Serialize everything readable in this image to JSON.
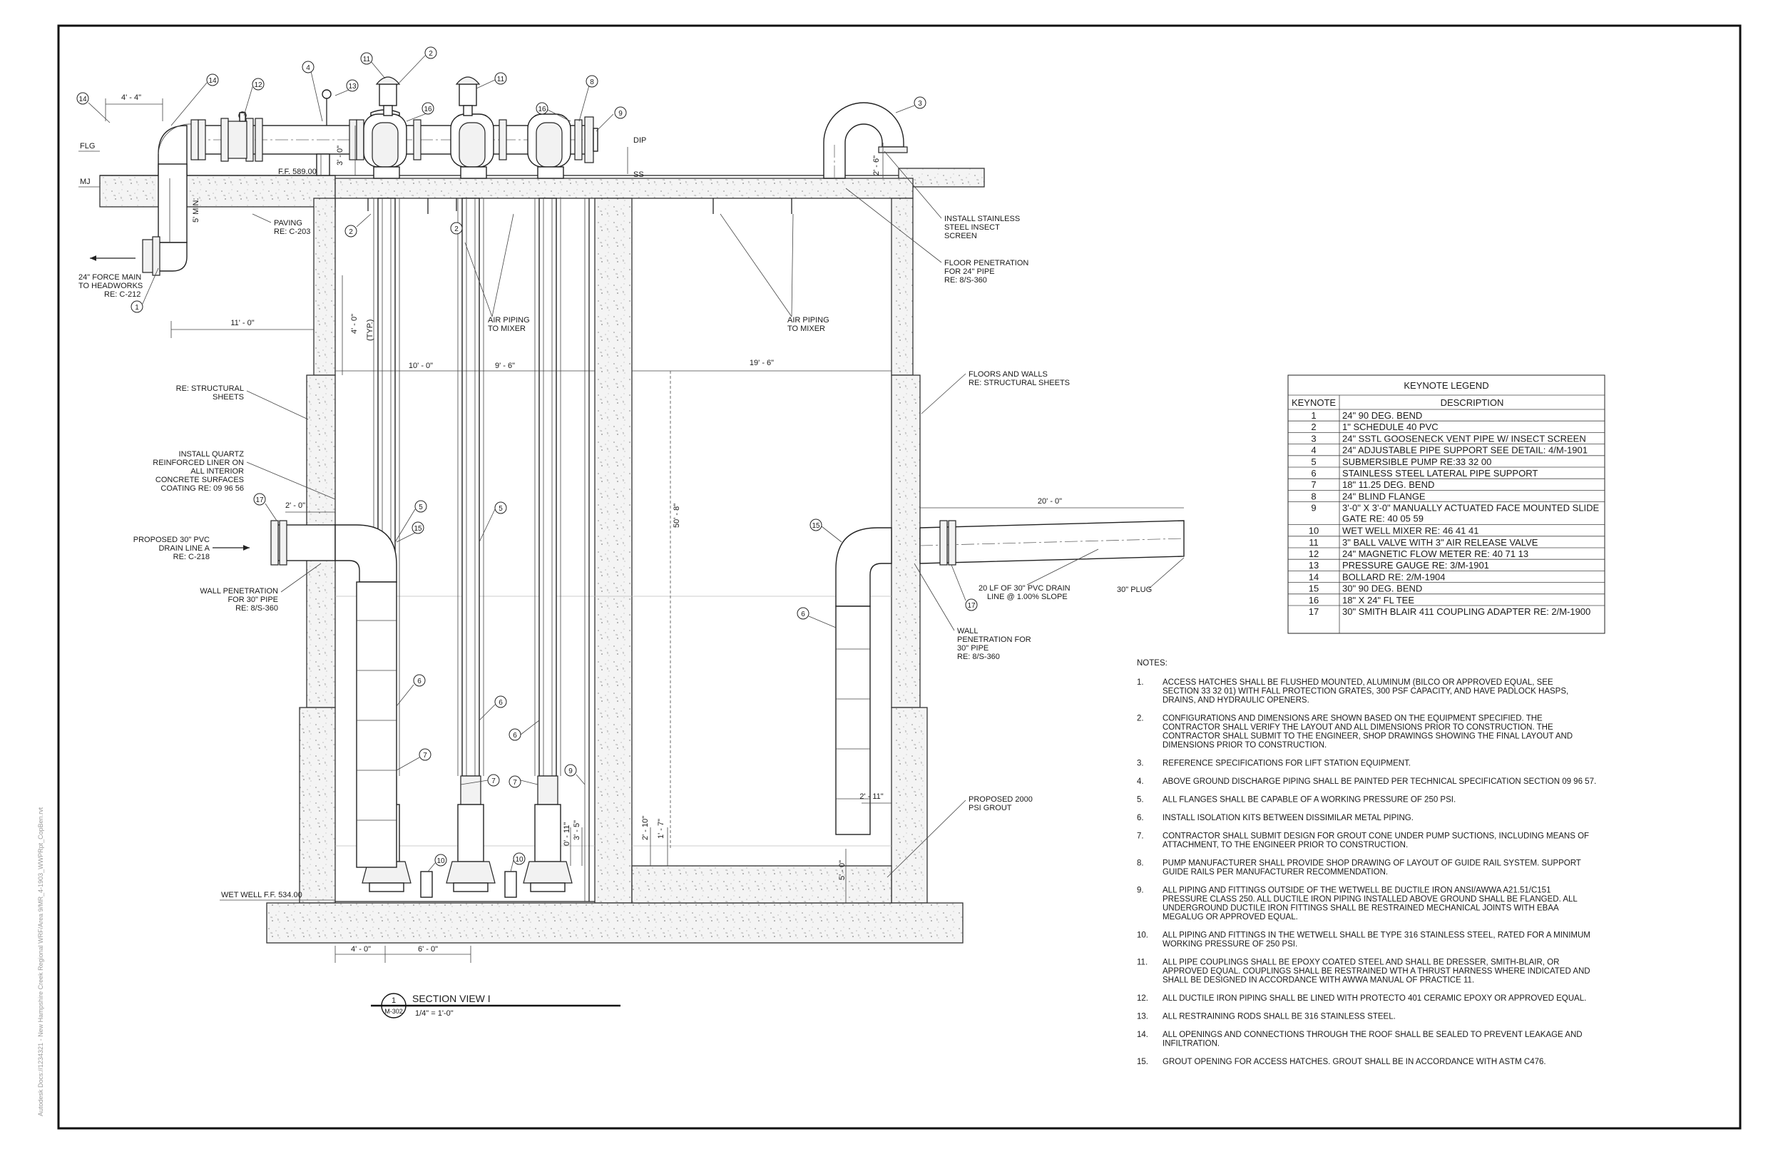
{
  "border_stamp": "Autodesk Docs://1234321 - New Hampshire Creek Regional WRF/Area 9/MR_4-1903_WWPRpt_CopBen.rvt",
  "section": {
    "number": "1",
    "sheet": "M-302",
    "title": "SECTION VIEW I",
    "scale": "1/4\" = 1'-0\""
  },
  "labels": {
    "flg": "FLG",
    "mj": "MJ",
    "ff_top": "F.F. 589.00",
    "dip": "DIP",
    "ss": "SS",
    "dim_4_4": "4' - 4\"",
    "dim_3_0_top": "3' - 0\"",
    "dim_5min": "5' MIN.",
    "dim_11_0": "11' - 0\"",
    "dim_4_0_typ": "4' - 0\"",
    "typ": "(TYP.)",
    "dim_10_0": "10' - 0\"",
    "dim_9_6": "9' - 6\"",
    "dim_19_6": "19' - 6\"",
    "dim_50_8": "50' - 8\"",
    "dim_2_0": "2' - 0\"",
    "dim_20_0": "20' - 0\"",
    "dim_2_6": "2' - 6\"",
    "dim_2_11": "2' - 11\"",
    "dim_2_10": "2' - 10\"",
    "dim_1_7": "1' - 7\"",
    "dim_0_11": "0' - 11\"",
    "dim_3_5": "3' - 5\"",
    "dim_5_0": "5' - 0\"",
    "dim_4_0_bot": "4' - 0\"",
    "dim_6_0": "6' - 0\"",
    "paving_1": "PAVING",
    "paving_2": "RE: C-203",
    "force_main_1": "24\" FORCE MAIN",
    "force_main_2": "TO HEADWORKS",
    "force_main_3": "RE: C-212",
    "install_ss_1": "INSTALL STAINLESS",
    "install_ss_2": "STEEL INSECT",
    "install_ss_3": "SCREEN",
    "floor_pen_1": "FLOOR PENETRATION",
    "floor_pen_2": "FOR 24\" PIPE",
    "floor_pen_3": "RE: 8/S-360",
    "air_piping_1": "AIR PIPING",
    "air_piping_2": "TO MIXER",
    "floors_walls_1": "FLOORS AND WALLS",
    "floors_walls_2": "RE: STRUCTURAL SHEETS",
    "re_struct_1": "RE: STRUCTURAL",
    "re_struct_2": "SHEETS",
    "quartz_1": "INSTALL QUARTZ",
    "quartz_2": "REINFORCED LINER ON",
    "quartz_3": "ALL INTERIOR",
    "quartz_4": "CONCRETE SURFACES",
    "quartz_5": "COATING RE: 09 96 56",
    "drain_1": "PROPOSED 30\" PVC",
    "drain_2": "DRAIN LINE A",
    "drain_3": "RE: C-218",
    "wall_pen_l_1": "WALL PENETRATION",
    "wall_pen_l_2": "FOR 30\" PIPE",
    "wall_pen_l_3": "RE: 8/S-360",
    "lf_drain_1": "20 LF OF 30\" PVC DRAIN",
    "lf_drain_2": "LINE @ 1.00% SLOPE",
    "plug": "30\" PLUG",
    "wall_pen_r_1": "WALL",
    "wall_pen_r_2": "PENETRATION FOR",
    "wall_pen_r_3": "30\" PIPE",
    "wall_pen_r_4": "RE: 8/S-360",
    "grout_1": "PROPOSED 2000",
    "grout_2": "PSI GROUT",
    "wet_well_ff": "WET WELL F.F. 534.00"
  },
  "keynote_legend": {
    "title": "KEYNOTE LEGEND",
    "col_keynote": "KEYNOTE",
    "col_desc": "DESCRIPTION",
    "rows": [
      {
        "key": "1",
        "desc": "24\" 90 DEG. BEND"
      },
      {
        "key": "2",
        "desc": "1\" SCHEDULE 40 PVC"
      },
      {
        "key": "3",
        "desc": "24\" SSTL GOOSENECK VENT PIPE W/ INSECT SCREEN"
      },
      {
        "key": "4",
        "desc": "24\" ADJUSTABLE PIPE SUPPORT SEE DETAIL: 4/M-1901"
      },
      {
        "key": "5",
        "desc": "SUBMERSIBLE PUMP RE:33 32 00"
      },
      {
        "key": "6",
        "desc": "STAINLESS STEEL LATERAL PIPE SUPPORT"
      },
      {
        "key": "7",
        "desc": "18\" 11.25 DEG. BEND"
      },
      {
        "key": "8",
        "desc": "24\" BLIND FLANGE"
      },
      {
        "key": "9",
        "desc": "3'-0\" X 3'-0\" MANUALLY ACTUATED FACE MOUNTED SLIDE",
        "desc2": "GATE RE: 40 05 59"
      },
      {
        "key": "10",
        "desc": "WET WELL MIXER RE: 46 41 41"
      },
      {
        "key": "11",
        "desc": "3\" BALL VALVE WITH 3\" AIR RELEASE VALVE"
      },
      {
        "key": "12",
        "desc": "24\" MAGNETIC FLOW METER RE: 40 71 13"
      },
      {
        "key": "13",
        "desc": "PRESSURE GAUGE RE: 3/M-1901"
      },
      {
        "key": "14",
        "desc": "BOLLARD RE: 2/M-1904"
      },
      {
        "key": "15",
        "desc": "30\" 90 DEG. BEND"
      },
      {
        "key": "16",
        "desc": "18\" X 24\" FL TEE"
      },
      {
        "key": "17",
        "desc": "30\" SMITH BLAIR 411 COUPLING ADAPTER RE: 2/M-1900"
      }
    ]
  },
  "notes": {
    "title": "NOTES:",
    "items": [
      {
        "num": "1.",
        "lines": [
          "ACCESS HATCHES SHALL BE FLUSHED MOUNTED, ALUMINUM (BILCO OR  APPROVED EQUAL, SEE",
          "SECTION 33 32 01) WITH FALL PROTECTION GRATES, 300 PSF CAPACITY, AND HAVE PADLOCK HASPS,",
          "DRAINS, AND HYDRAULIC OPENERS."
        ]
      },
      {
        "num": "2.",
        "lines": [
          "CONFIGURATIONS AND DIMENSIONS ARE SHOWN BASED ON THE  EQUIPMENT SPECIFIED. THE",
          "CONTRACTOR SHALL VERIFY THE LAYOUT AND ALL DIMENSIONS PRIOR TO CONSTRUCTION. THE",
          "CONTRACTOR SHALL SUBMIT TO THE ENGINEER, SHOP DRAWINGS SHOWING THE FINAL LAYOUT AND",
          "DIMENSIONS PRIOR TO CONSTRUCTION."
        ]
      },
      {
        "num": "3.",
        "lines": [
          "REFERENCE SPECIFICATIONS FOR LIFT STATION EQUIPMENT."
        ]
      },
      {
        "num": "4.",
        "lines": [
          "ABOVE GROUND DISCHARGE PIPING SHALL BE PAINTED PER TECHNICAL SPECIFICATION SECTION 09 96 57."
        ]
      },
      {
        "num": "5.",
        "lines": [
          "ALL FLANGES SHALL BE CAPABLE OF A WORKING PRESSURE OF 250 PSI."
        ]
      },
      {
        "num": "6.",
        "lines": [
          "INSTALL ISOLATION KITS BETWEEN DISSIMILAR METAL PIPING."
        ]
      },
      {
        "num": "7.",
        "lines": [
          "CONTRACTOR SHALL SUBMIT DESIGN FOR GROUT CONE UNDER PUMP SUCTIONS, INCLUDING MEANS OF",
          "ATTACHMENT, TO THE ENGINEER PRIOR TO CONSTRUCTION."
        ]
      },
      {
        "num": "8.",
        "lines": [
          "PUMP MANUFACTURER SHALL PROVIDE SHOP DRAWING OF LAYOUT OF GUIDE RAIL SYSTEM. SUPPORT",
          "GUIDE RAILS PER MANUFACTURER RECOMMENDATION."
        ]
      },
      {
        "num": "9.",
        "lines": [
          "ALL PIPING AND FITTINGS OUTSIDE OF THE WETWELL BE DUCTILE IRON  ANSI/AWWA A21.51/C151",
          "PRESSURE CLASS  250. ALL DUCTILE IRON PIPING INSTALLED ABOVE GROUND SHALL BE FLANGED. ALL",
          "UNDERGROUND DUCTILE IRON FITTINGS SHALL BE RESTRAINED MECHANICAL JOINTS WITH EBAA",
          "MEGALUG OR APPROVED EQUAL."
        ]
      },
      {
        "num": "10.",
        "lines": [
          "ALL PIPING AND FITTINGS IN THE WETWELL SHALL BE TYPE 316 STAINLESS STEEL, RATED FOR A MINIMUM",
          "WORKING PRESSURE OF 250 PSI."
        ]
      },
      {
        "num": "11.",
        "lines": [
          "ALL PIPE COUPLINGS SHALL BE EPOXY COATED STEEL AND SHALL BE DRESSER, SMITH-BLAIR, OR",
          "APPROVED EQUAL. COUPLINGS SHALL BE RESTRAINED WTH A THRUST HARNESS WHERE INDICATED AND",
          "SHALL BE DESIGNED IN ACCORDANCE WITH AWWA MANUAL OF PRACTICE 11."
        ]
      },
      {
        "num": "12.",
        "lines": [
          "ALL DUCTILE IRON PIPING SHALL BE LINED WITH PROTECTO 401 CERAMIC EPOXY OR APPROVED EQUAL."
        ]
      },
      {
        "num": "13.",
        "lines": [
          "ALL RESTRAINING RODS SHALL BE 316 STAINLESS STEEL."
        ]
      },
      {
        "num": "14.",
        "lines": [
          "ALL OPENINGS AND CONNECTIONS THROUGH THE ROOF SHALL BE SEALED TO PREVENT LEAKAGE AND",
          "INFILTRATION."
        ]
      },
      {
        "num": "15.",
        "lines": [
          "GROUT OPENING FOR ACCESS HATCHES. GROUT SHALL BE IN ACCORDANCE WITH ASTM C476."
        ]
      }
    ]
  },
  "bubbles": {
    "b1": "1",
    "b2": "2",
    "b3": "3",
    "b4": "4",
    "b5": "5",
    "b6": "6",
    "b7": "7",
    "b8": "8",
    "b9": "9",
    "b10": "10",
    "b11": "11",
    "b12": "12",
    "b13": "13",
    "b14": "14",
    "b15": "15",
    "b16": "16",
    "b17": "17"
  }
}
